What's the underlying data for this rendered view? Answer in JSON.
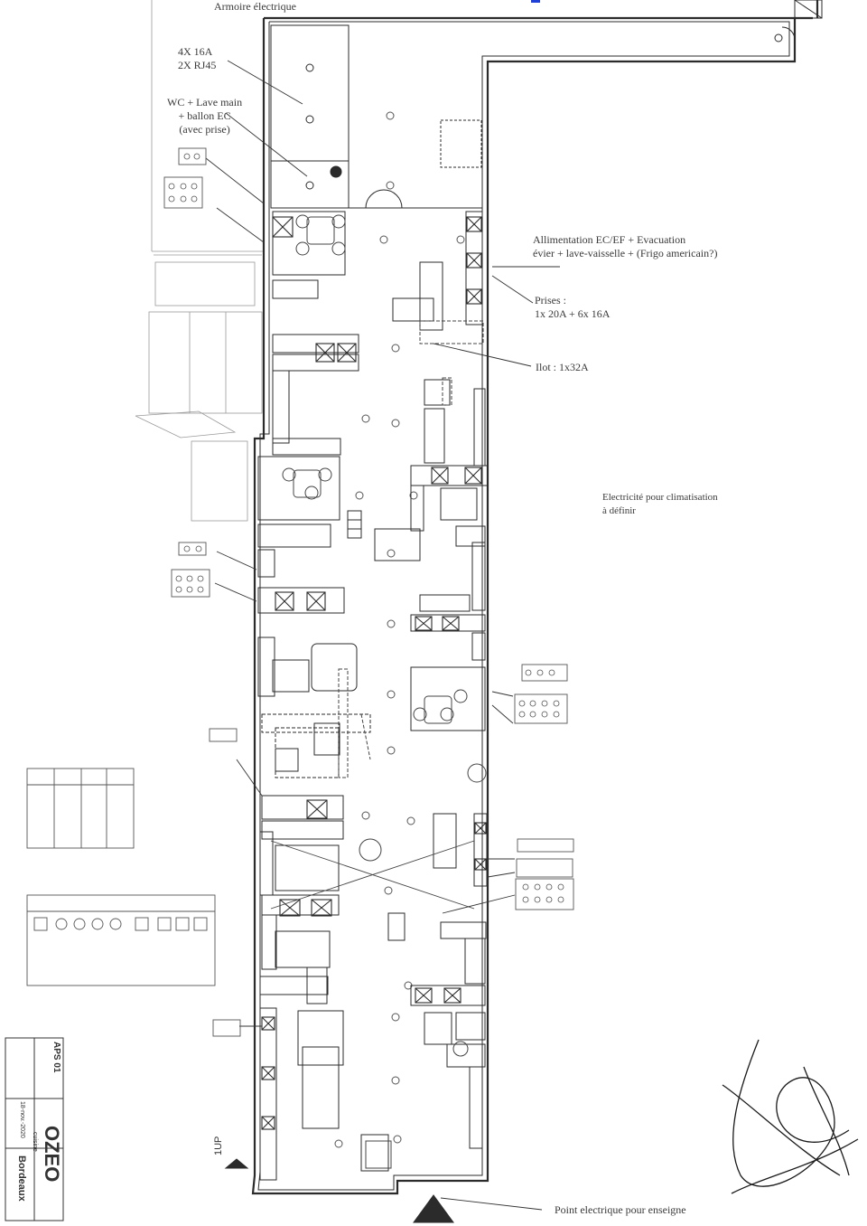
{
  "annotations": {
    "armoire": "Armoire électrique",
    "outlets_top": "4X 16A\n2X RJ45",
    "wc": "WC + Lave main\n+ ballon EC\n(avec prise)",
    "alimentation": "Allimentation EC/EF + Evacuation\névier + lave-vaisselle + (Frigo americain?)",
    "prises": "Prises :\n1x 20A + 6x 16A",
    "ilot": "Ilot : 1x32A",
    "climatisation": "Electricité pour climatisation\nà définir",
    "enseigne": "Point electrique pour enseigne"
  },
  "title_block": {
    "company": "OZEO",
    "company_sub": "cuisine",
    "city": "Bordeaux",
    "drawing_no": "APS 01",
    "date": "18-nov.-2020"
  },
  "plan_labels": {
    "up": "1UP"
  },
  "colors": {
    "line": "#2b2b2b",
    "faint": "#9a9a9a",
    "accent_blue": "#1f3fd6"
  }
}
